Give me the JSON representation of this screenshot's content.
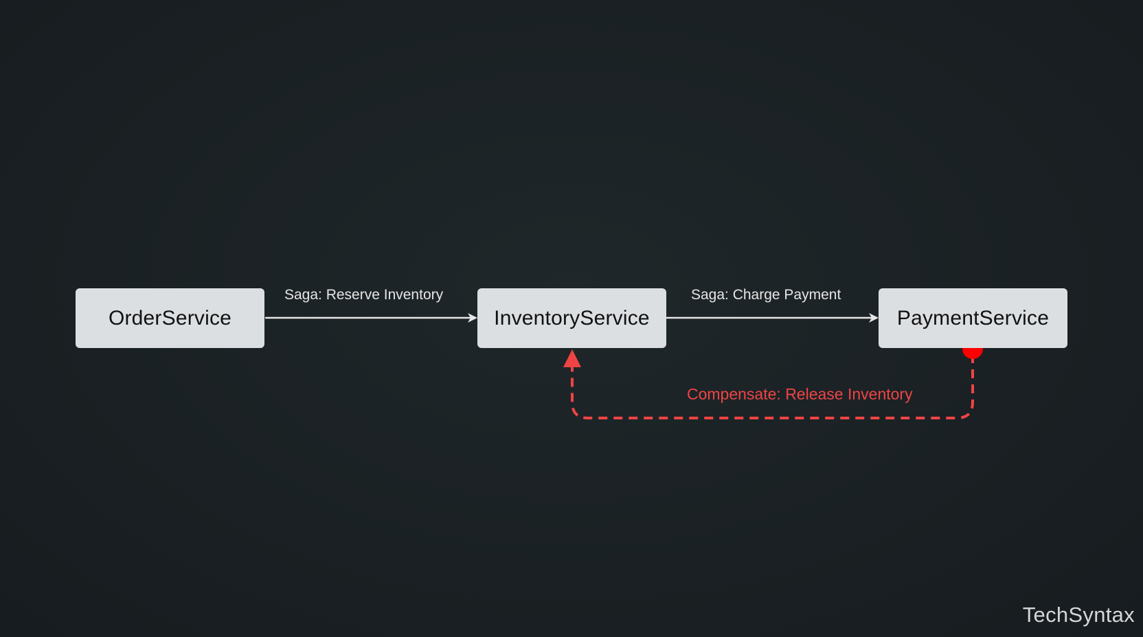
{
  "diagram": {
    "nodes": [
      {
        "id": "order",
        "label": "OrderService"
      },
      {
        "id": "inventory",
        "label": "InventoryService"
      },
      {
        "id": "payment",
        "label": "PaymentService"
      }
    ],
    "edges": [
      {
        "from": "order",
        "to": "inventory",
        "label": "Saga: Reserve Inventory",
        "style": "solid",
        "color": "#e6e6e6"
      },
      {
        "from": "inventory",
        "to": "payment",
        "label": "Saga: Charge Payment",
        "style": "solid",
        "color": "#e6e6e6"
      },
      {
        "from": "payment",
        "to": "inventory",
        "label": "Compensate: Release Inventory",
        "style": "dashed",
        "color": "#ef4444"
      }
    ],
    "failure_marker": {
      "node": "payment",
      "color": "#ff0000"
    }
  },
  "watermark": "TechSyntax",
  "colors": {
    "background": "#1b2226",
    "node_fill": "#dcdfe2",
    "node_text": "#111111",
    "edge": "#e6e6e6",
    "compensation": "#ef4444",
    "failure_dot": "#ff0000"
  }
}
